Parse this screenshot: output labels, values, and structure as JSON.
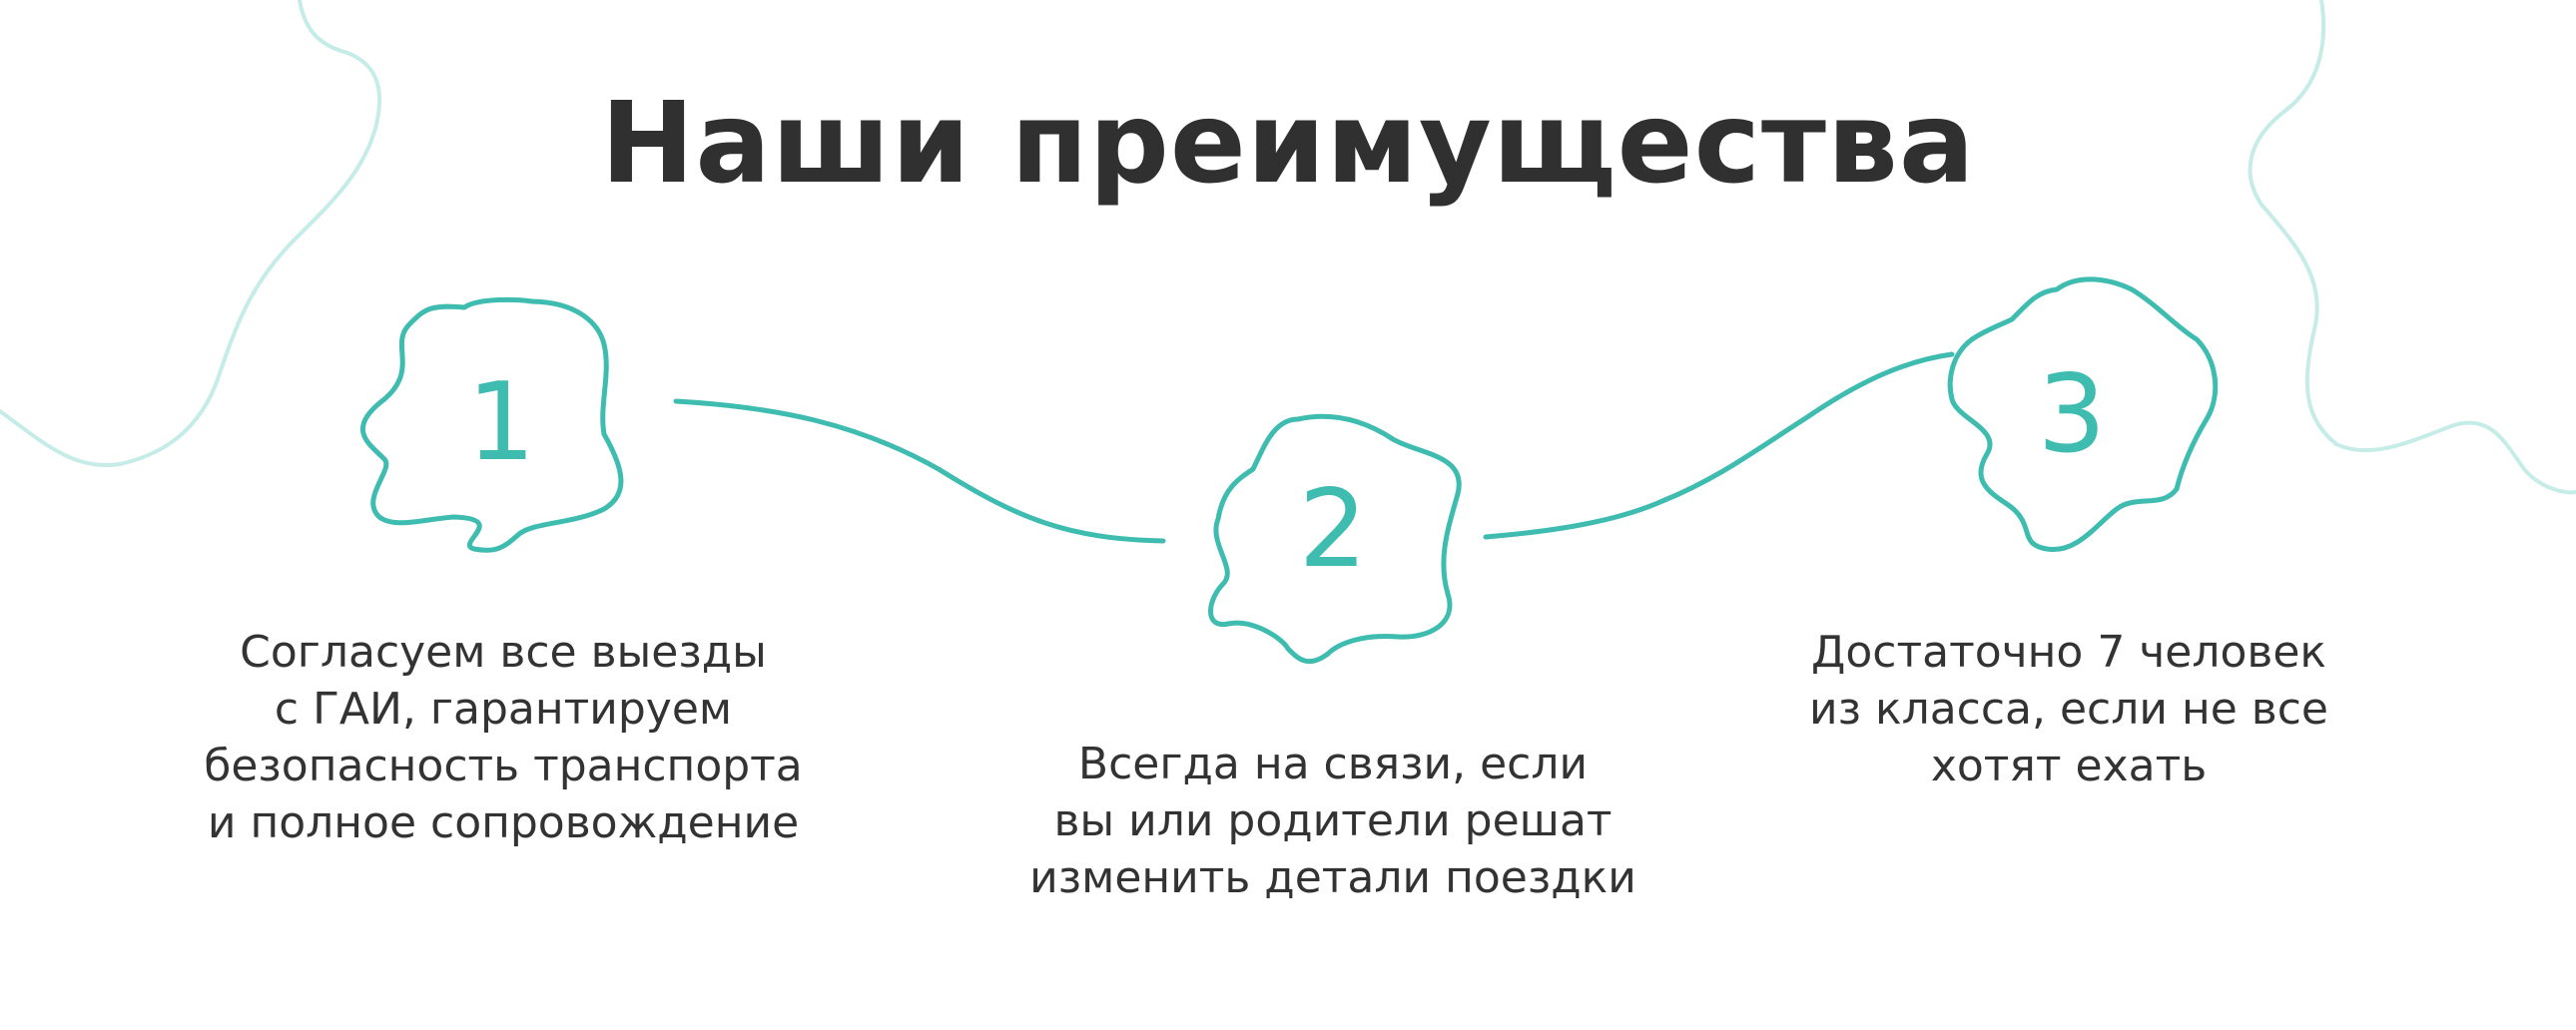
{
  "title": "Наши преимущества",
  "colors": {
    "accent": "#3fbcb0",
    "decorative_lines": "#c6ece8",
    "text": "#303030",
    "background": "#ffffff"
  },
  "steps": [
    {
      "number": "1",
      "text": "Согласуем все выезды\nс ГАИ, гарантируем\nбезопасность транспорта\nи полное сопровождение"
    },
    {
      "number": "2",
      "text": "Всегда на связи, если\nвы или родители решат\nизменить детали поездки"
    },
    {
      "number": "3",
      "text": "Достаточно 7 человек\nиз класса, если не все\nхотят ехать"
    }
  ]
}
